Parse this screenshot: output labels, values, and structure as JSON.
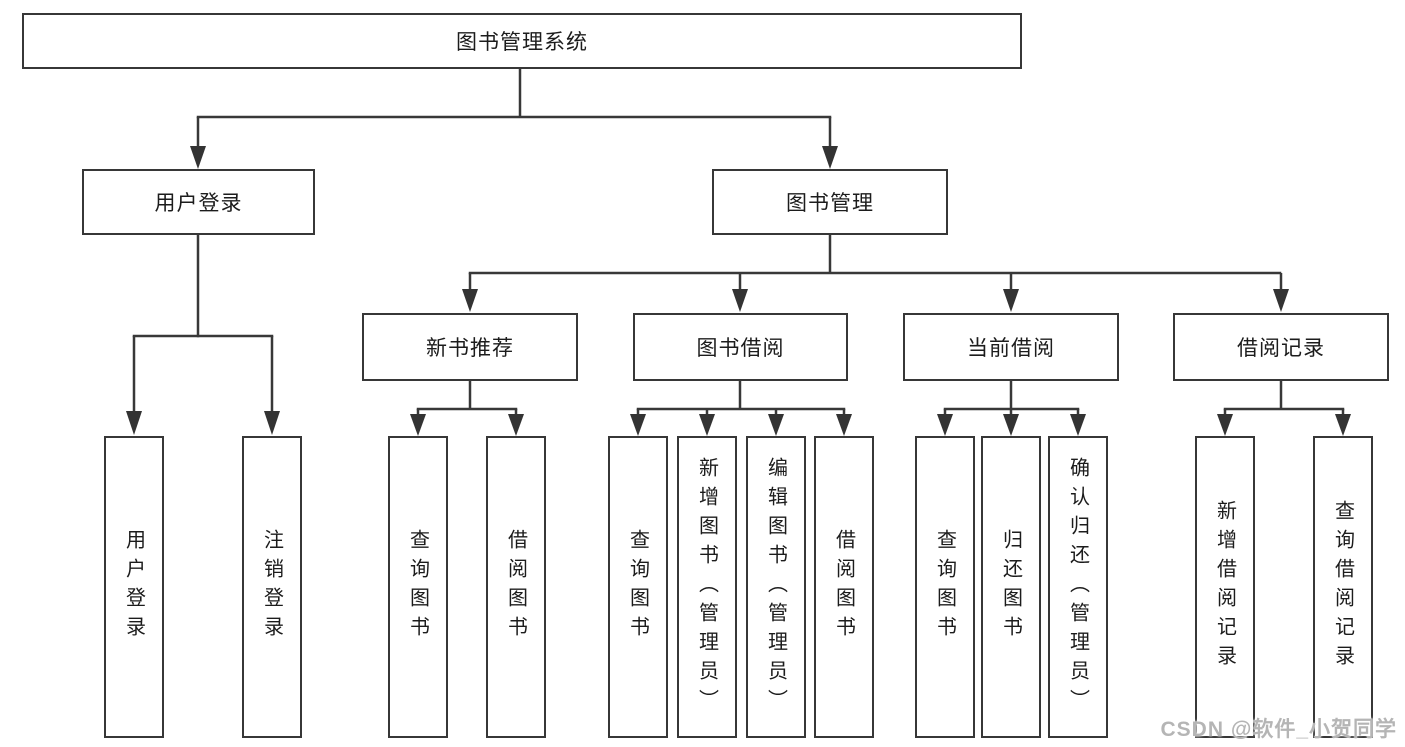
{
  "tree": {
    "root": "图书管理系统",
    "user_login": {
      "label": "用户登录",
      "children": [
        "用户登录",
        "注销登录"
      ]
    },
    "book_mgmt": {
      "label": "图书管理",
      "sections": [
        {
          "label": "新书推荐",
          "children": [
            "查询图书",
            "借阅图书"
          ]
        },
        {
          "label": "图书借阅",
          "children": [
            "查询图书",
            "新增图书（管理员）",
            "编辑图书（管理员）",
            "借阅图书"
          ]
        },
        {
          "label": "当前借阅",
          "children": [
            "查询图书",
            "归还图书",
            "确认归还（管理员）"
          ]
        },
        {
          "label": "借阅记录",
          "children": [
            "新增借阅记录",
            "查询借阅记录"
          ]
        }
      ]
    }
  },
  "watermark": {
    "text": "CSDN @软件_小贺同学",
    "color": "#b5b5b5"
  },
  "colors": {
    "background": "#ffffff",
    "box_bg": "#ffffff",
    "box_border": "#373737",
    "line": "#383838",
    "arrow": "#333333",
    "text": "#1c1c1c"
  }
}
